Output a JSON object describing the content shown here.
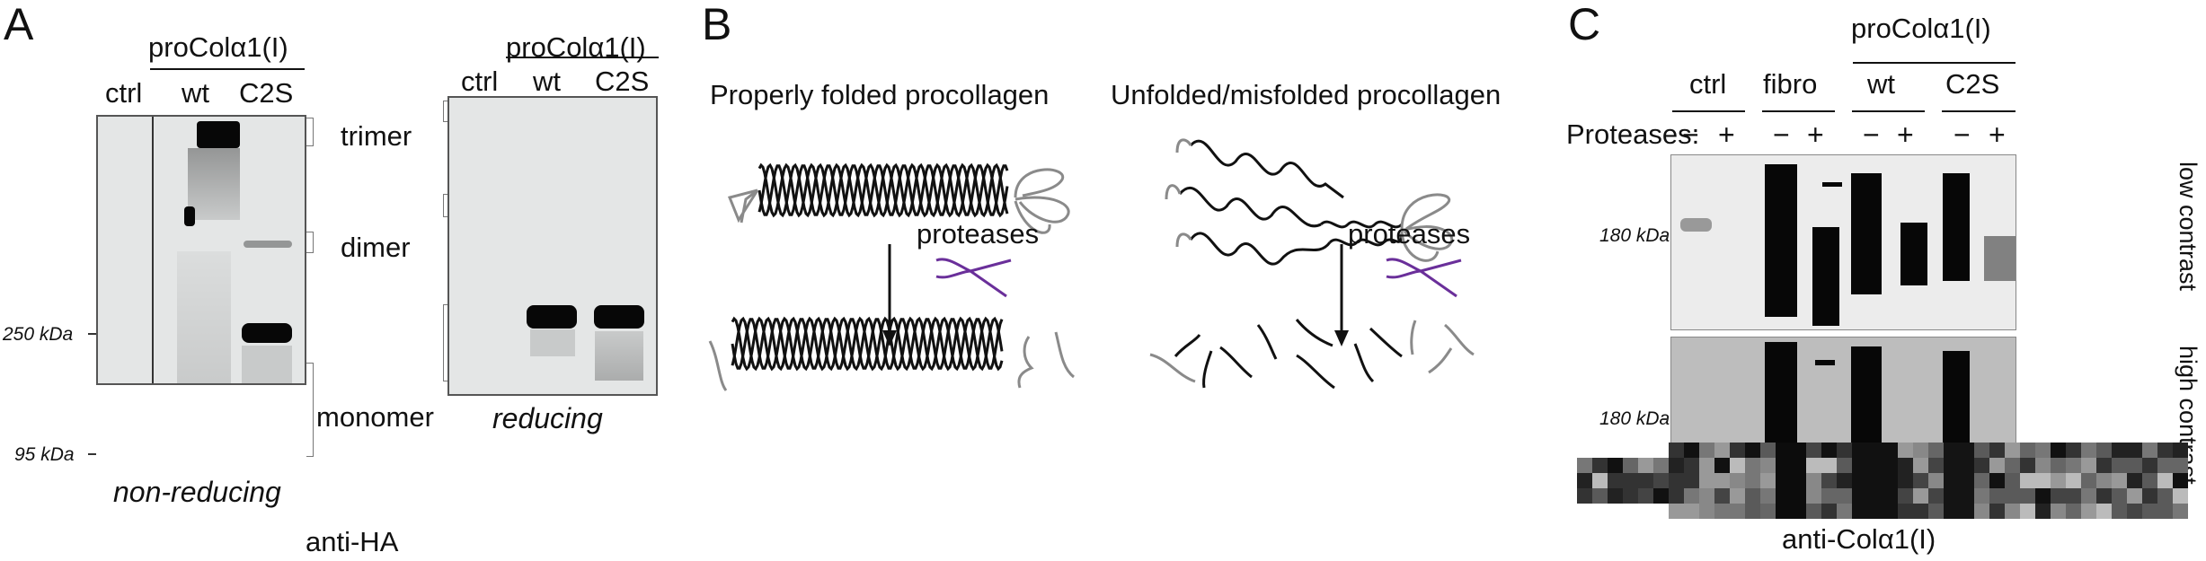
{
  "panels": {
    "A": {
      "letter": "A",
      "non_reducing": {
        "group_label": "proColα1(I)",
        "lanes": [
          "ctrl",
          "wt",
          "C2S"
        ],
        "caption": "non-reducing",
        "mw_markers": [
          "250 kDa",
          "95 kDa"
        ],
        "species": [
          "trimer",
          "dimer",
          "monomer"
        ]
      },
      "reducing": {
        "group_label": "proColα1(I)",
        "lanes": [
          "ctrl",
          "wt",
          "C2S"
        ],
        "caption": "reducing"
      },
      "antibody": "anti-HA"
    },
    "B": {
      "letter": "B",
      "left": {
        "title": "Properly folded procollagen",
        "arrow_label": "proteases"
      },
      "right": {
        "title": "Unfolded/misfolded procollagen",
        "arrow_label": "proteases"
      },
      "colors": {
        "helix": "#111111",
        "propeptide": "#8a8a8a",
        "scissors": "#6a2f9a"
      }
    },
    "C": {
      "letter": "C",
      "group_label": "proColα1(I)",
      "sample_groups": [
        "ctrl",
        "fibro",
        "wt",
        "C2S"
      ],
      "protease_row_label": "Proteases:",
      "protease_marks": [
        "−",
        "+",
        "−",
        "+",
        "−",
        "+",
        "−",
        "+"
      ],
      "mw_marker_top": "180 kDa",
      "mw_marker_bottom": "180 kDa",
      "blot_labels": [
        "low contrast",
        "high contrast"
      ],
      "antibody": "anti-Colα1(I)"
    }
  }
}
